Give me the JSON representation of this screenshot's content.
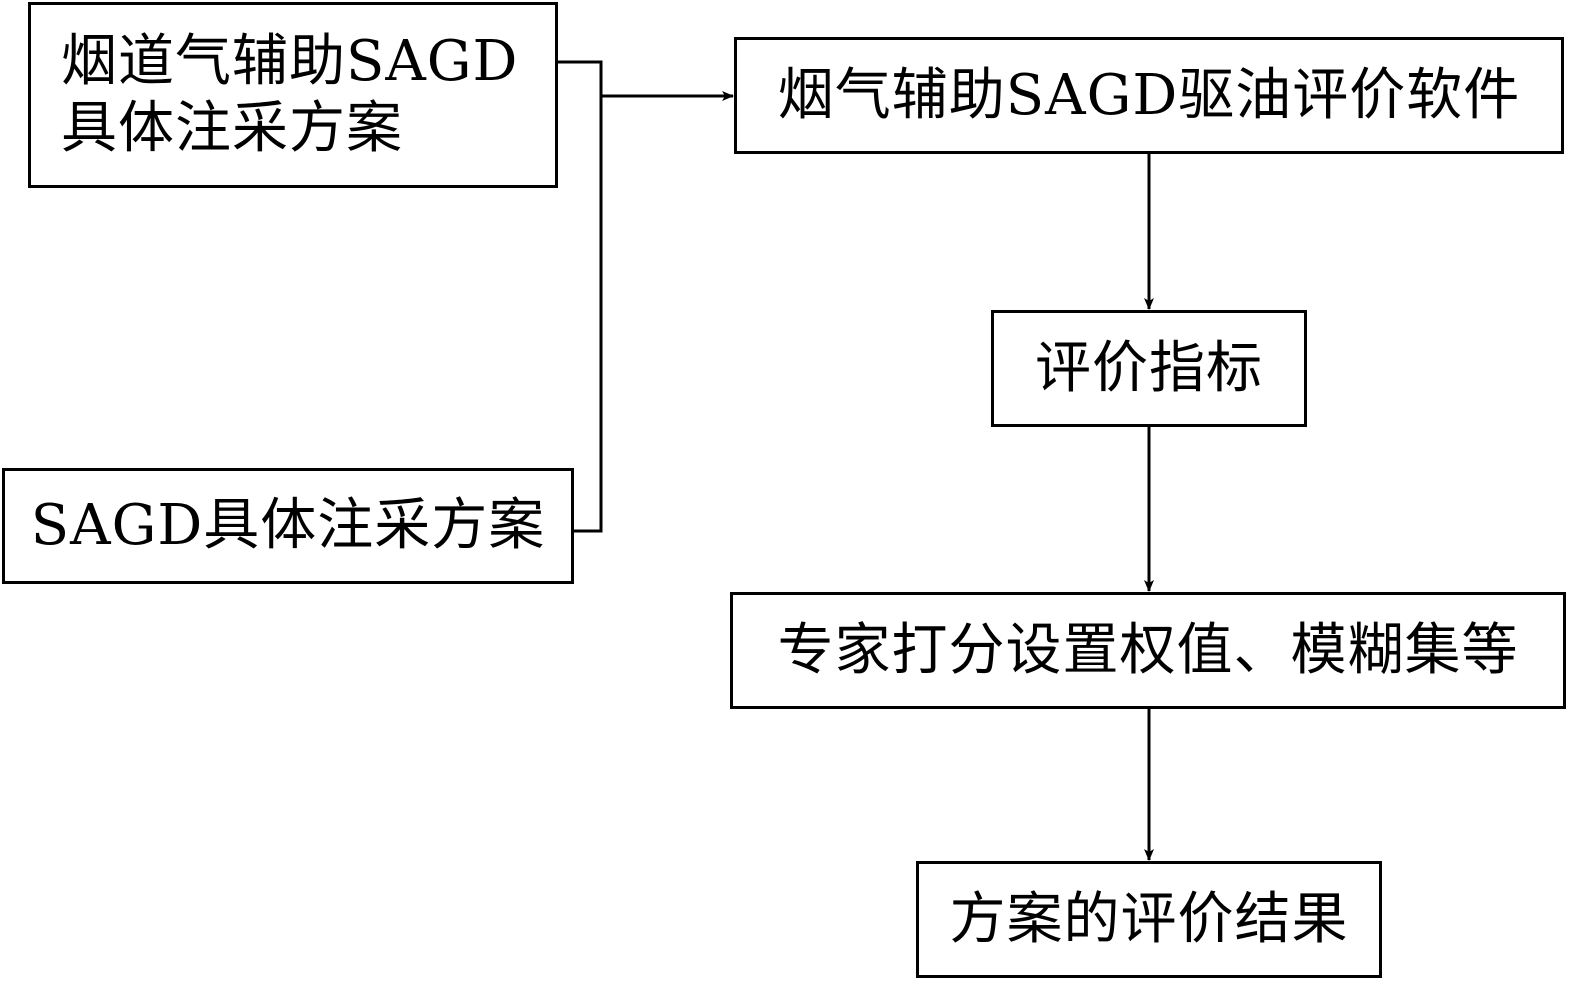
{
  "diagram": {
    "type": "flowchart",
    "nodes": [
      {
        "id": "n1",
        "label": "烟道气辅助SAGD具体注采方案"
      },
      {
        "id": "n2",
        "label": "SAGD具体注采方案"
      },
      {
        "id": "n3",
        "label": "烟气辅助SAGD驱油评价软件"
      },
      {
        "id": "n4",
        "label": "评价指标"
      },
      {
        "id": "n5",
        "label": "专家打分设置权值、模糊集等"
      },
      {
        "id": "n6",
        "label": "方案的评价结果"
      }
    ],
    "edges": [
      {
        "from": "n1",
        "to": "n3",
        "style": "merged-bracket"
      },
      {
        "from": "n2",
        "to": "n3",
        "style": "merged-bracket"
      },
      {
        "from": "n3",
        "to": "n4"
      },
      {
        "from": "n4",
        "to": "n5"
      },
      {
        "from": "n5",
        "to": "n6"
      }
    ],
    "colors": {
      "stroke": "#000000",
      "fill": "#ffffff",
      "text": "#000000"
    }
  }
}
